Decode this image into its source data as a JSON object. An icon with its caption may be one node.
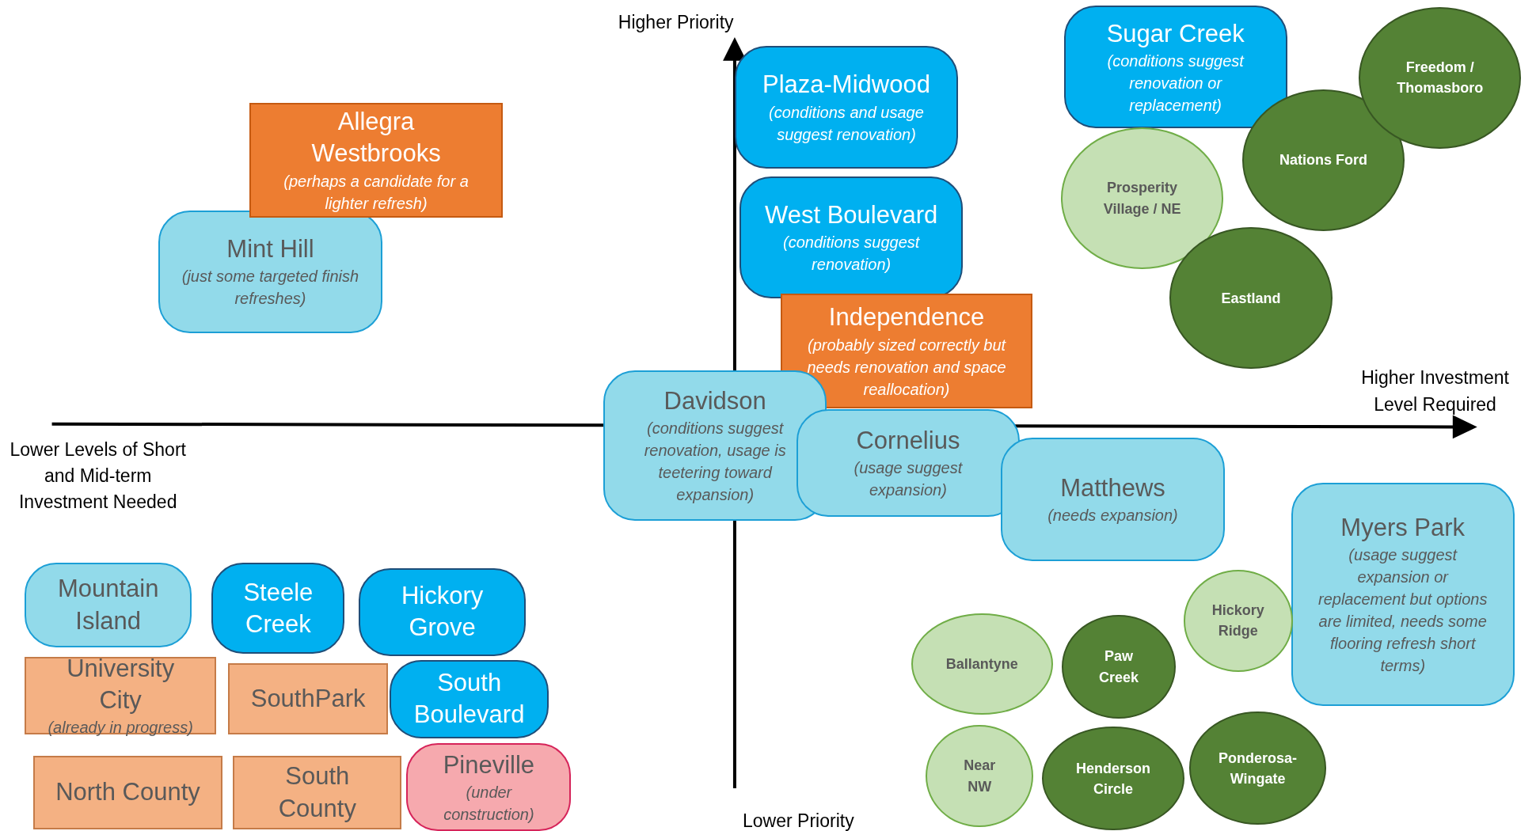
{
  "diagram": {
    "nodes": [
      {
        "text": [
          "Allegra Westbrooks",
          "(perhaps a candidate for a lighter refresh)"
        ]
      },
      {
        "text": [
          "Mint Hill",
          "(just some targeted finish refreshes)"
        ]
      },
      {
        "text": [
          "Plaza-Midwood",
          "(conditions and usage suggest renovation)"
        ]
      },
      {
        "text": [
          "West Boulevard",
          "(conditions suggest renovation)"
        ]
      },
      {
        "text": [
          "Independence",
          "(probably sized correctly but needs renovation and space reallocation)"
        ]
      },
      {
        "text": [
          "Davidson",
          "(conditions suggest renovation, usage is teetering toward expansion)"
        ]
      },
      {
        "text": [
          "Cornelius",
          "(usage suggest expansion)"
        ]
      },
      {
        "text": [
          "Matthews",
          "(needs expansion)"
        ]
      },
      {
        "text": [
          "Sugar Creek",
          "(conditions suggest renovation or replacement)"
        ]
      },
      {
        "text": [
          "Freedom / Thomasboro"
        ]
      },
      {
        "text": [
          "Nations Ford"
        ]
      },
      {
        "text": [
          "Prosperity Village / NE"
        ]
      },
      {
        "text": [
          "Eastland"
        ]
      },
      {
        "text": [
          "Myers Park",
          "(usage suggest expansion or replacement but options are limited, needs some flooring refresh short terms)"
        ]
      },
      {
        "text": [
          "Mountain Island"
        ]
      },
      {
        "text": [
          "Steele Creek"
        ]
      },
      {
        "text": [
          "Hickory Grove"
        ]
      },
      {
        "text": [
          "University City",
          "(already in progress)"
        ]
      },
      {
        "text": [
          "SouthPark"
        ]
      },
      {
        "text": [
          "South Boulevard"
        ]
      },
      {
        "text": [
          "North County"
        ]
      },
      {
        "text": [
          "South County"
        ]
      },
      {
        "text": [
          "Pineville",
          "(under construction)"
        ]
      },
      {
        "text": [
          "Ballantyne"
        ]
      },
      {
        "text": [
          "Hickory Ridge"
        ]
      },
      {
        "text": [
          "Paw Creek"
        ]
      },
      {
        "text": [
          "Ponderosa-Wingate"
        ]
      },
      {
        "text": [
          "Near NW"
        ]
      },
      {
        "text": [
          "Henderson Circle"
        ]
      }
    ],
    "labels": [
      "Higher Priority",
      "Higher Investment Level Required",
      "Lower Levels of Short and Mid-term Investment Needed",
      "Lower Priority"
    ]
  }
}
